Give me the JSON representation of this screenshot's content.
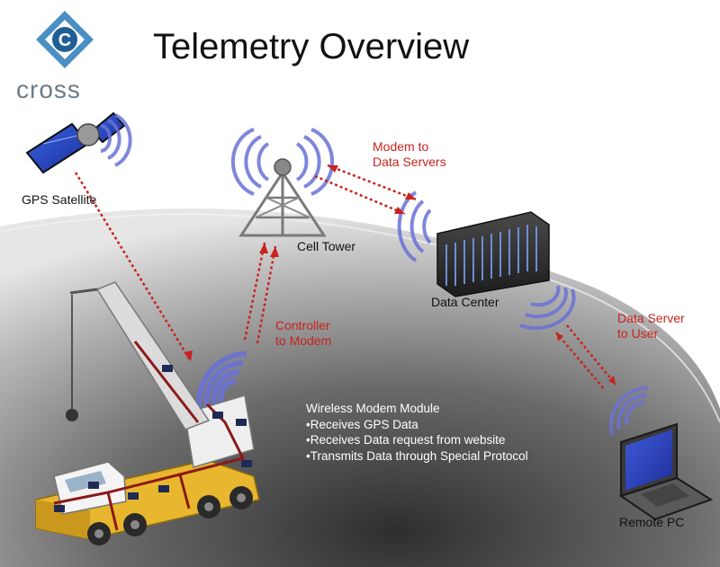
{
  "title": "Telemetry Overview",
  "logo": {
    "text": "cross",
    "letter": "C",
    "colors": {
      "diamond": "#4a8fc4",
      "ring": "#1f5f96"
    }
  },
  "nodes": {
    "satellite": "GPS Satellite",
    "tower": "Cell Tower",
    "datacenter": "Data Center",
    "pc": "Remote PC"
  },
  "links": {
    "modem_to_servers": [
      "Modem to",
      "Data Servers"
    ],
    "controller_to_modem": [
      "Controller",
      "to Modem"
    ],
    "server_to_user": [
      "Data Server",
      "to User"
    ]
  },
  "module": {
    "title": "Wireless Modem Module",
    "bullets": [
      "•Receives GPS Data",
      "•Receives Data request from website",
      "•Transmits Data through Special Protocol"
    ]
  },
  "colors": {
    "arrow": "#c8231e",
    "waves": "#6a72d6",
    "earth": "#6f6f6f",
    "crane": "#e8b72f"
  }
}
